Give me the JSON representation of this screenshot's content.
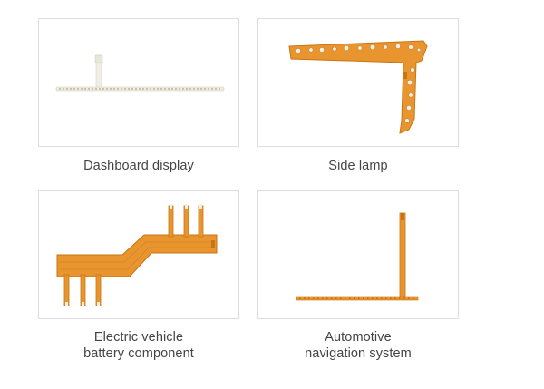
{
  "products": [
    {
      "caption_lines": [
        "Dashboard display"
      ],
      "image_icon": "flex-pcb-dashboard-display-image"
    },
    {
      "caption_lines": [
        "Side lamp"
      ],
      "image_icon": "flex-pcb-side-lamp-image"
    },
    {
      "caption_lines": [
        "Electric vehicle",
        "battery component"
      ],
      "image_icon": "flex-pcb-battery-component-image"
    },
    {
      "caption_lines": [
        "Automotive",
        "navigation system"
      ],
      "image_icon": "flex-pcb-navigation-system-image"
    }
  ],
  "colors": {
    "card_border": "#dedede",
    "caption_text": "#444444",
    "pcb_orange": "#e8952f",
    "pcb_dark": "#c97512",
    "pcb_white": "#f1efe6"
  }
}
